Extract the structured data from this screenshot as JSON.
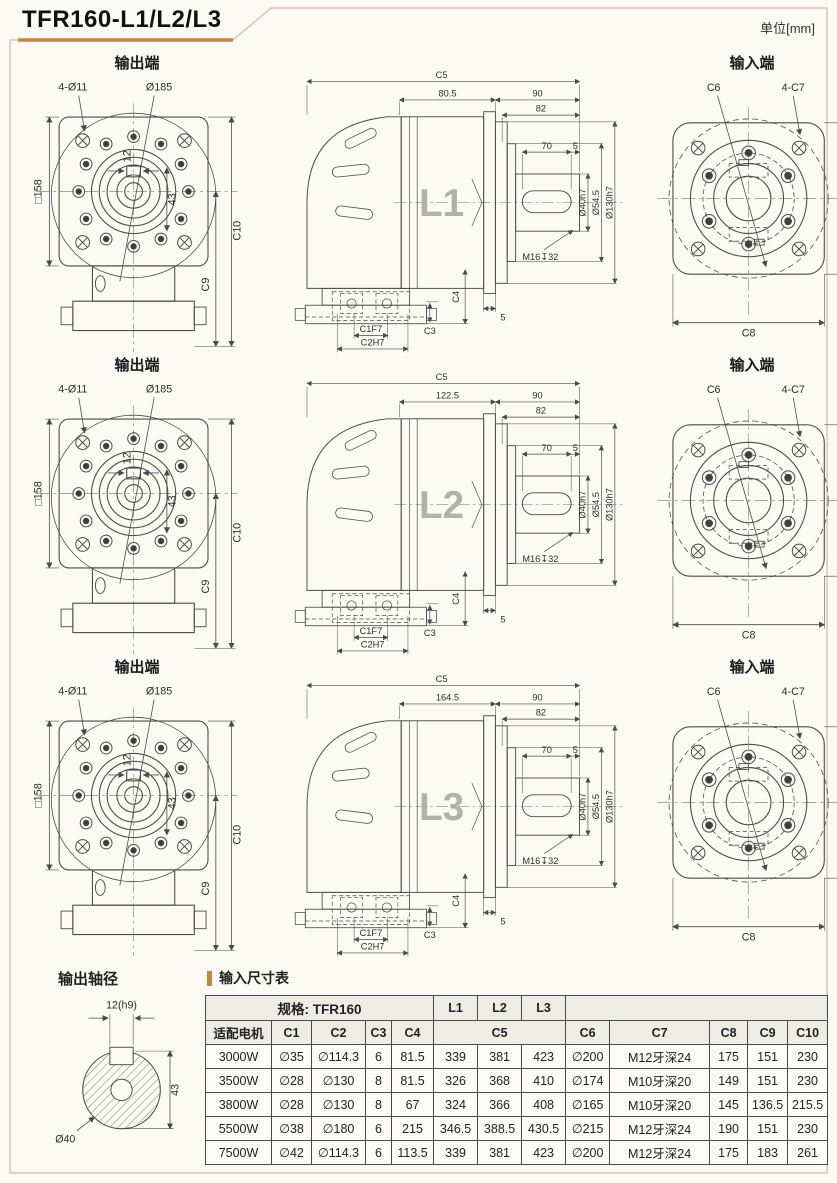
{
  "page": {
    "title": "TFR160-L1/L2/L3",
    "unit_label": "单位[mm]"
  },
  "colors": {
    "accent_orange": "#c9873d",
    "frame_border": "#d3c9ae",
    "line": "#4a4a4a",
    "watermark": "#b3b1ad",
    "header_bg": "#edece5"
  },
  "drawings": {
    "shared": {
      "output_end_title": "输出端",
      "input_end_title": "输入端",
      "holes_label": "4-Ø11",
      "bolt_circle_label": "Ø185",
      "square_label": "□158",
      "c10": "C10",
      "c9": "C9",
      "keyway_width": "12",
      "keyway_height": "43",
      "c5": "C5",
      "dim_90": "90",
      "dim_82": "82",
      "dim_70": "70",
      "dim_5_shaft": "5",
      "dim_5_flange": "5",
      "shaft_dia": "Ø40h7",
      "collar_dia": "Ø54.5",
      "pilot_dia": "Ø130h7",
      "tap_label": "M16↧32",
      "c4": "C4",
      "c3": "C3",
      "c1": "C1F7",
      "c2": "C2H7",
      "c6": "C6",
      "c7_label": "4-C7",
      "c8_vertical": "C8",
      "c8_horizontal": "C8"
    },
    "rows": [
      {
        "label": "L1",
        "seg_length": "80.5"
      },
      {
        "label": "L2",
        "seg_length": "122.5"
      },
      {
        "label": "L3",
        "seg_length": "164.5"
      }
    ]
  },
  "shaft_section": {
    "title": "输出轴径",
    "key_label": "12(h9)",
    "height_label": "43",
    "dia_label": "Ø40"
  },
  "table": {
    "section_title": "输入尺寸表",
    "spec_label": "规格: TFR160",
    "variant_headers": [
      "L1",
      "L2",
      "L3"
    ],
    "col_headers": [
      "适配电机",
      "C1",
      "C2",
      "C3",
      "C4",
      "C5",
      "C6",
      "C7",
      "C8",
      "C9",
      "C10"
    ],
    "rows": [
      [
        "3000W",
        "∅35",
        "∅114.3",
        "6",
        "81.5",
        "339",
        "381",
        "423",
        "∅200",
        "M12牙深24",
        "175",
        "151",
        "230"
      ],
      [
        "3500W",
        "∅28",
        "∅130",
        "8",
        "81.5",
        "326",
        "368",
        "410",
        "∅174",
        "M10牙深20",
        "149",
        "151",
        "230"
      ],
      [
        "3800W",
        "∅28",
        "∅130",
        "8",
        "67",
        "324",
        "366",
        "408",
        "∅165",
        "M10牙深20",
        "145",
        "136.5",
        "215.5"
      ],
      [
        "5500W",
        "∅38",
        "∅180",
        "6",
        "215",
        "346.5",
        "388.5",
        "430.5",
        "∅215",
        "M12牙深24",
        "190",
        "151",
        "230"
      ],
      [
        "7500W",
        "∅42",
        "∅114.3",
        "6",
        "113.5",
        "339",
        "381",
        "423",
        "∅200",
        "M12牙深24",
        "175",
        "183",
        "261"
      ]
    ]
  }
}
